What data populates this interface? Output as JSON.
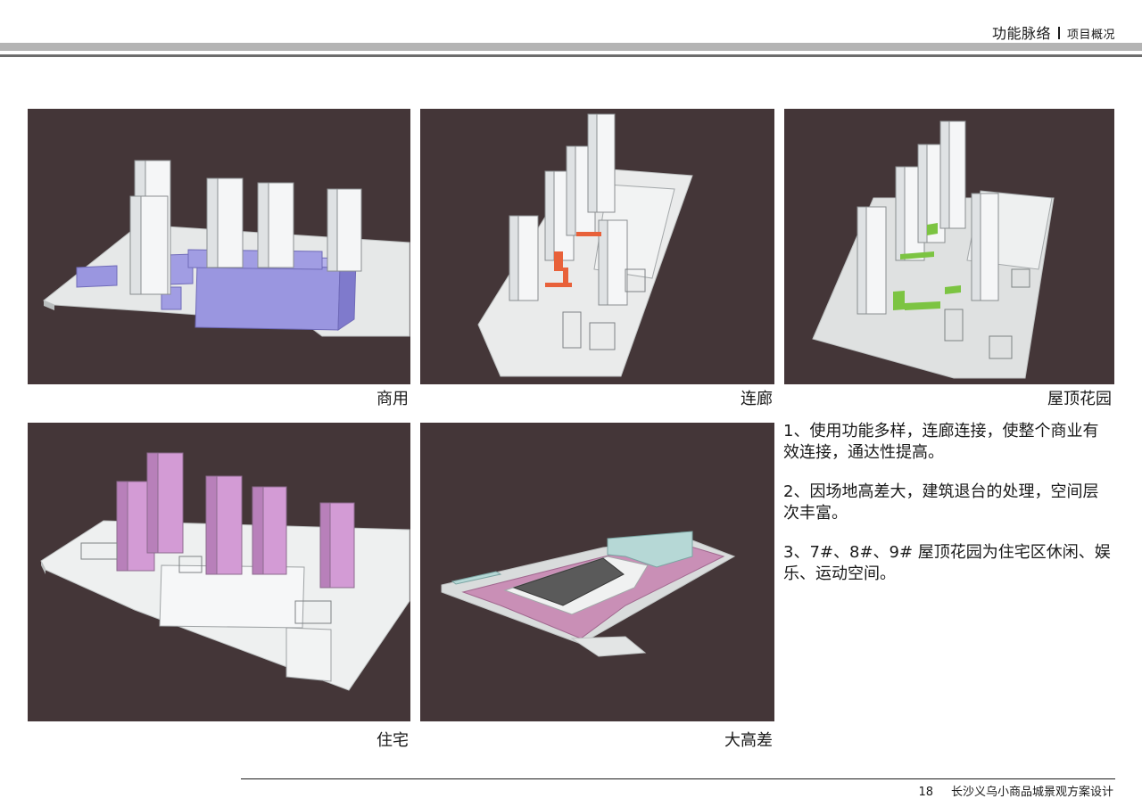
{
  "header": {
    "section_title": "功能脉络",
    "section_sub": "项目概况"
  },
  "panels": [
    {
      "caption": "商用"
    },
    {
      "caption": "连廊"
    },
    {
      "caption": "屋顶花园"
    },
    {
      "caption": "住宅"
    },
    {
      "caption": "大高差"
    }
  ],
  "notes": [
    "1、使用功能多样，连廊连接，使整个商业有效连接，通达性提高。",
    "2、因场地高差大，建筑退台的处理，空间层次丰富。",
    "3、7#、8#、9# 屋顶花园为住宅区休闲、娱乐、运动空间。"
  ],
  "footer": {
    "page_number": "18",
    "project_title": "长沙义乌小商品城景观方案设计"
  },
  "colors": {
    "panel_background": "#443638",
    "commercial_highlight": "#9a96e0",
    "corridor_highlight": "#e8613a",
    "roof_garden_highlight": "#7cc442",
    "residential_highlight": "#d39bd5",
    "elevation_highlight": "#c98fb6"
  }
}
